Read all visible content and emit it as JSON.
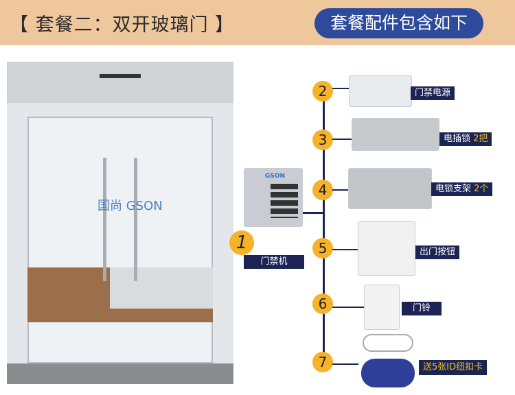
{
  "header": {
    "title": "【 套餐二：双开玻璃门 】",
    "pill": "套餐配件包含如下"
  },
  "door": {
    "logo": "国尚 GSON"
  },
  "keypad": {
    "brand": "GSON"
  },
  "items": [
    {
      "num": "1",
      "label": "门禁机",
      "extra": ""
    },
    {
      "num": "2",
      "label": "门禁电源",
      "extra": ""
    },
    {
      "num": "3",
      "label": "电插锁",
      "extra": "2把"
    },
    {
      "num": "4",
      "label": "电锁支架",
      "extra": "2个"
    },
    {
      "num": "5",
      "label": "出门按钮",
      "extra": ""
    },
    {
      "num": "6",
      "label": "门铃",
      "extra": ""
    },
    {
      "num": "7",
      "label": "送5张ID纽扣卡",
      "extra": ""
    }
  ],
  "colors": {
    "header": "#efc79d",
    "pill": "#2d4a9c",
    "label": "#1c2454",
    "badge": "#f5b22a",
    "highlight": "#f5c22a"
  }
}
